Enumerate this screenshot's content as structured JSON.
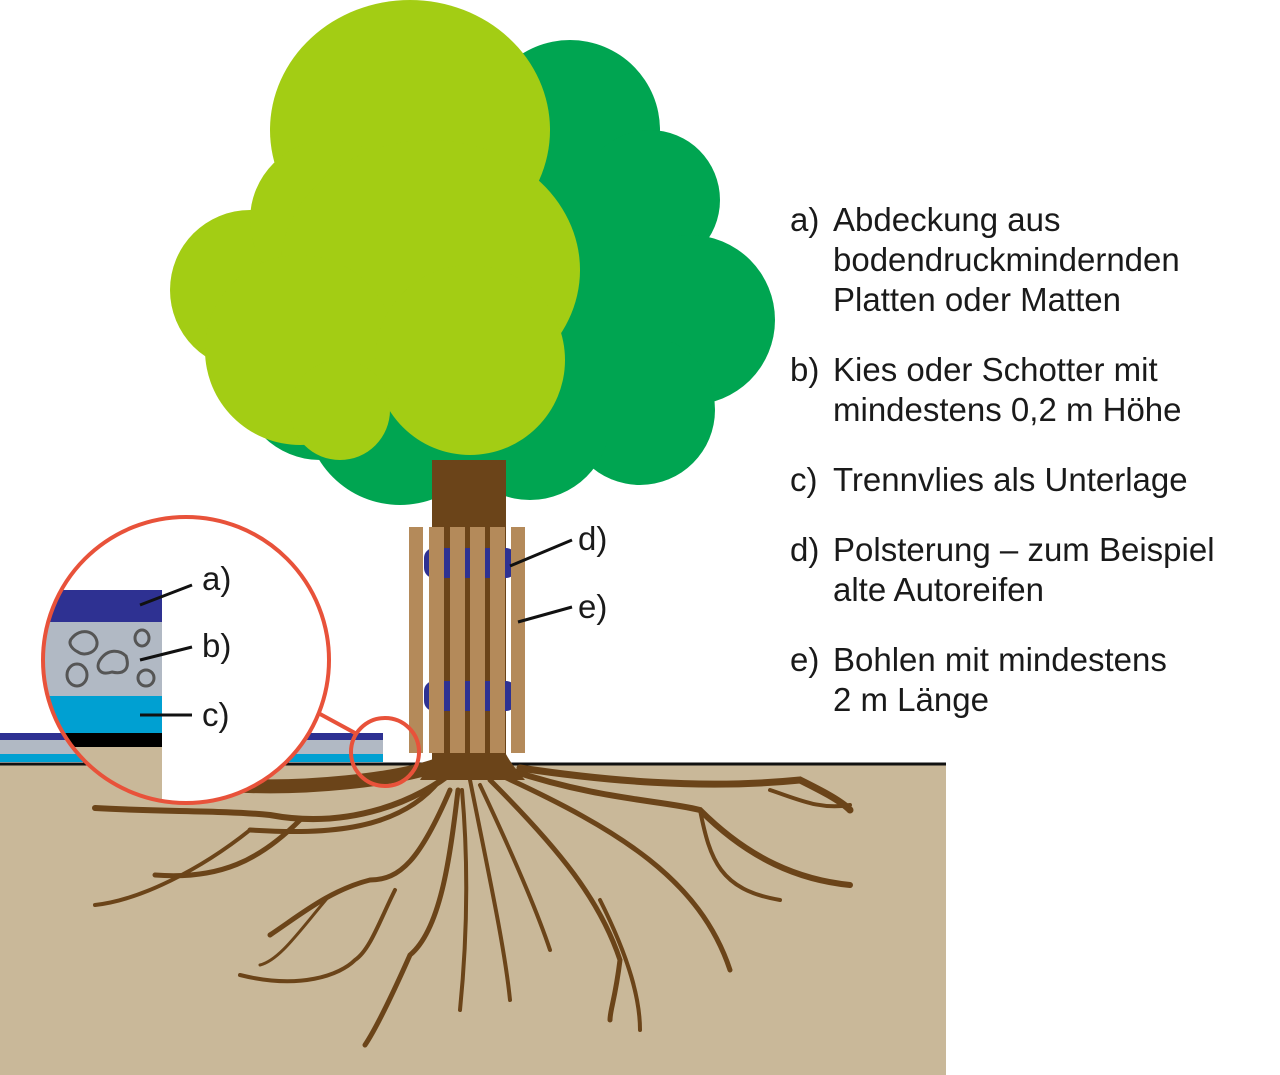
{
  "diagram": {
    "type": "tree-protection-illustration",
    "colors": {
      "crown_light": "#a3cd14",
      "crown_dark": "#00a551",
      "trunk": "#6b4419",
      "planks": "#b48a5a",
      "padding": "#2e3192",
      "soil": "#c9b899",
      "cover_plate": "#2e3192",
      "gravel": "#b1b9c4",
      "fleece": "#00a0d2",
      "magnifier": "#e8523a",
      "stones": "#555555"
    },
    "callout_labels": {
      "a": "a)",
      "b": "b)",
      "c": "c)",
      "d": "d)",
      "e": "e)"
    }
  },
  "legend": [
    {
      "key": "a)",
      "text": "Abdeckung aus\nbodendruckmindernden\nPlatten oder Matten"
    },
    {
      "key": "b)",
      "text": "Kies oder Schotter mit\nmindestens 0,2 m Höhe"
    },
    {
      "key": "c)",
      "text": "Trennvlies als Unterlage"
    },
    {
      "key": "d)",
      "text": "Polsterung – zum Beispiel\nalte Autoreifen"
    },
    {
      "key": "e)",
      "text": "Bohlen mit mindestens\n2 m Länge"
    }
  ]
}
